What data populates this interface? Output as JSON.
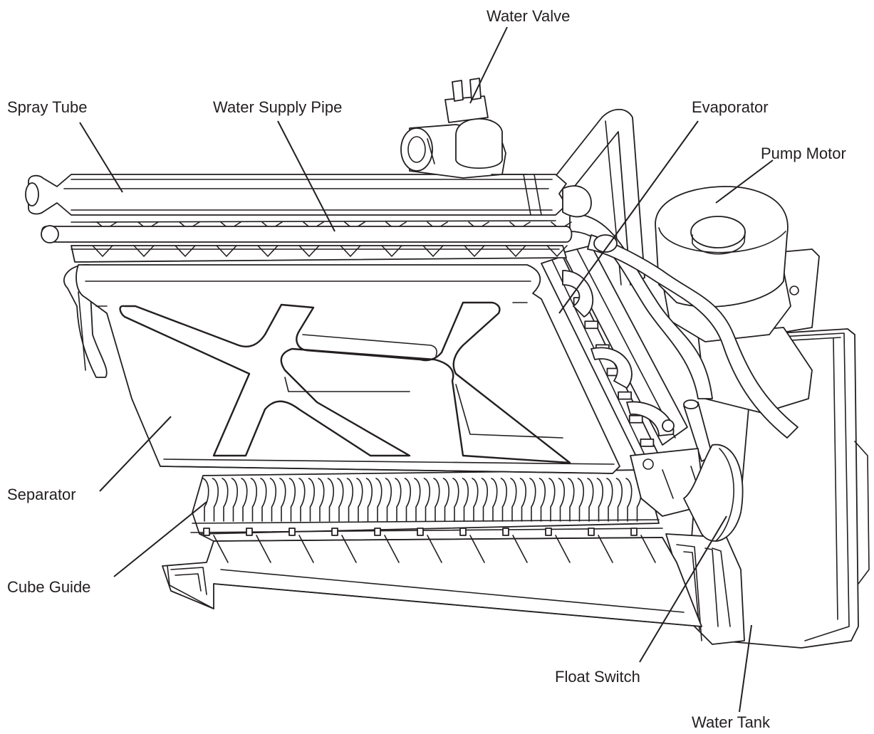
{
  "labels": {
    "water_valve": "Water Valve",
    "spray_tube": "Spray Tube",
    "water_supply_pipe": "Water Supply Pipe",
    "evaporator": "Evaporator",
    "pump_motor": "Pump Motor",
    "separator": "Separator",
    "cube_guide": "Cube Guide",
    "float_switch": "Float Switch",
    "water_tank": "Water Tank"
  },
  "colors": {
    "ink": "#231f20",
    "background": "#ffffff"
  }
}
